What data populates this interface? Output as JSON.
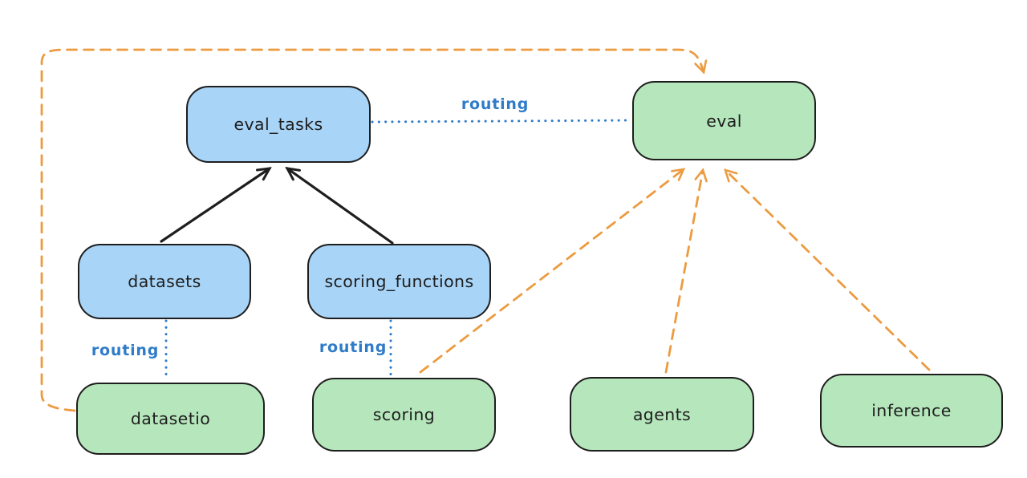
{
  "colors": {
    "background": "#ffffff",
    "blue_fill": "#a8d4f7",
    "green_fill": "#b6e7bc",
    "node_stroke": "#1e1e1e",
    "routing_blue": "#2f7bc8",
    "orange_dashed": "#ec9b40",
    "black_arrow": "#1e1e1e"
  },
  "nodes": [
    {
      "id": "eval_tasks",
      "label": "eval_tasks",
      "fill": "#a8d4f7"
    },
    {
      "id": "eval",
      "label": "eval",
      "fill": "#b6e7bc"
    },
    {
      "id": "datasets",
      "label": "datasets",
      "fill": "#a8d4f7"
    },
    {
      "id": "scoring_functions",
      "label": "scoring_functions",
      "fill": "#a8d4f7"
    },
    {
      "id": "datasetio",
      "label": "datasetio",
      "fill": "#b6e7bc"
    },
    {
      "id": "scoring",
      "label": "scoring",
      "fill": "#b6e7bc"
    },
    {
      "id": "agents",
      "label": "agents",
      "fill": "#b6e7bc"
    },
    {
      "id": "inference",
      "label": "inference",
      "fill": "#b6e7bc"
    }
  ],
  "edge_labels": [
    {
      "id": "routing-top",
      "text": "routing"
    },
    {
      "id": "routing-left",
      "text": "routing"
    },
    {
      "id": "routing-mid",
      "text": "routing"
    }
  ],
  "edges": [
    {
      "from": "datasets",
      "to": "eval_tasks",
      "style": "solid-black-arrow"
    },
    {
      "from": "scoring_functions",
      "to": "eval_tasks",
      "style": "solid-black-arrow"
    },
    {
      "from": "eval_tasks",
      "to": "eval",
      "style": "dotted-blue",
      "label": "routing"
    },
    {
      "from": "datasets",
      "to": "datasetio",
      "style": "dotted-blue",
      "label": "routing"
    },
    {
      "from": "scoring_functions",
      "to": "scoring",
      "style": "dotted-blue",
      "label": "routing"
    },
    {
      "from": "datasetio",
      "to": "eval",
      "style": "dashed-orange-arrow"
    },
    {
      "from": "scoring",
      "to": "eval",
      "style": "dashed-orange-arrow"
    },
    {
      "from": "agents",
      "to": "eval",
      "style": "dashed-orange-arrow"
    },
    {
      "from": "inference",
      "to": "eval",
      "style": "dashed-orange-arrow"
    }
  ]
}
